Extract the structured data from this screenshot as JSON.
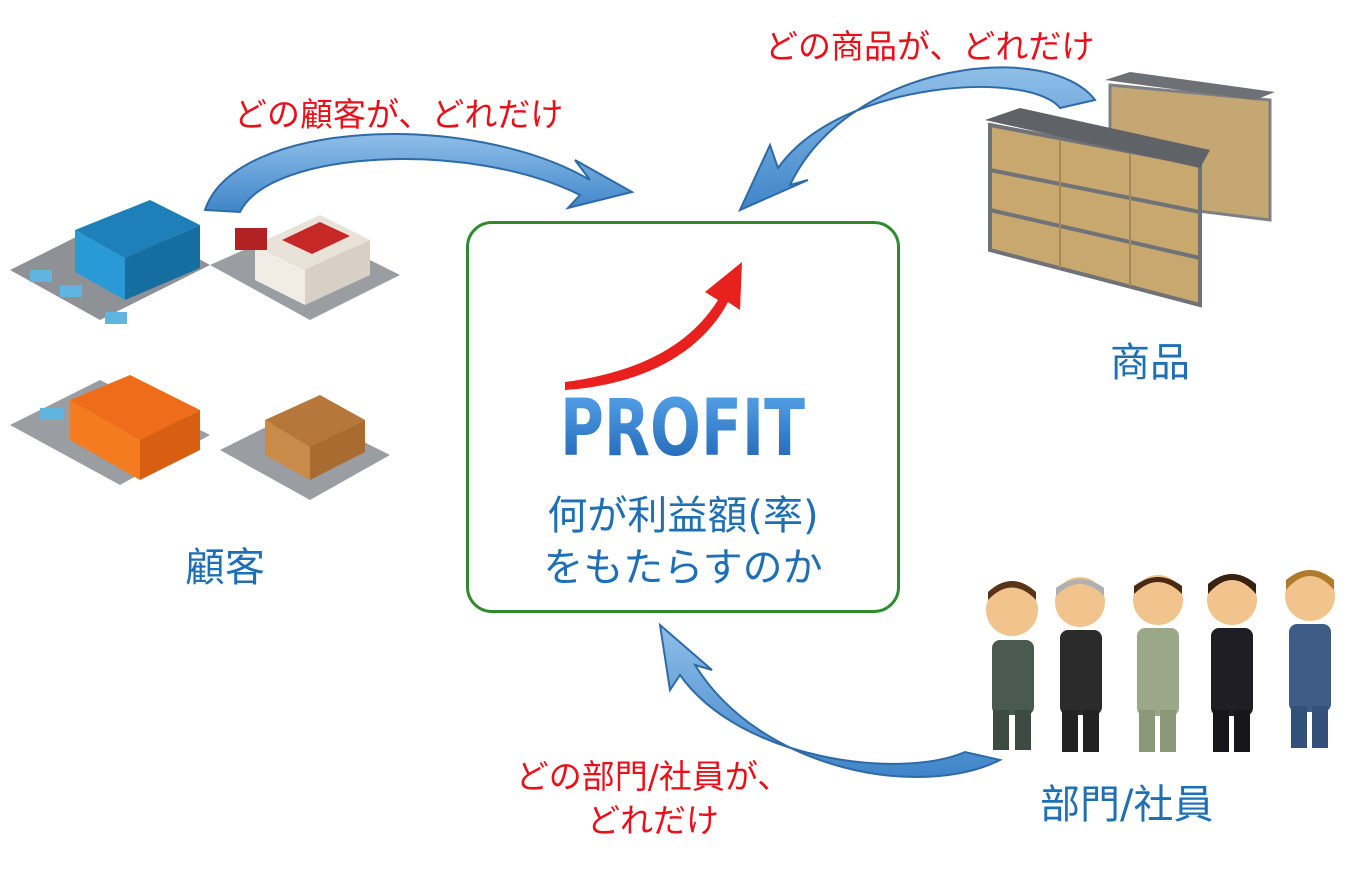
{
  "flows": {
    "customer_question": "どの顧客が、どれだけ",
    "product_question": "どの商品が、どれだけ",
    "dept_question_line1": "どの部門/社員が、",
    "dept_question_line2": "どれだけ"
  },
  "nodes": {
    "customer": "顧客",
    "product": "商品",
    "dept": "部門/社員"
  },
  "center": {
    "line1": "何が利益額(率)",
    "line2": "をもたらすのか",
    "logo_text": "PROFIT"
  },
  "colors": {
    "question_red": "#e8101a",
    "label_blue": "#1f6fb5",
    "box_border": "#2d8a2d",
    "arrow_fill": "#5b9bd5",
    "arrow_stroke": "#2e6aa6"
  },
  "icons": [
    "stores-illustration",
    "shelves-illustration",
    "staff-illustration",
    "profit-arrow-icon"
  ]
}
